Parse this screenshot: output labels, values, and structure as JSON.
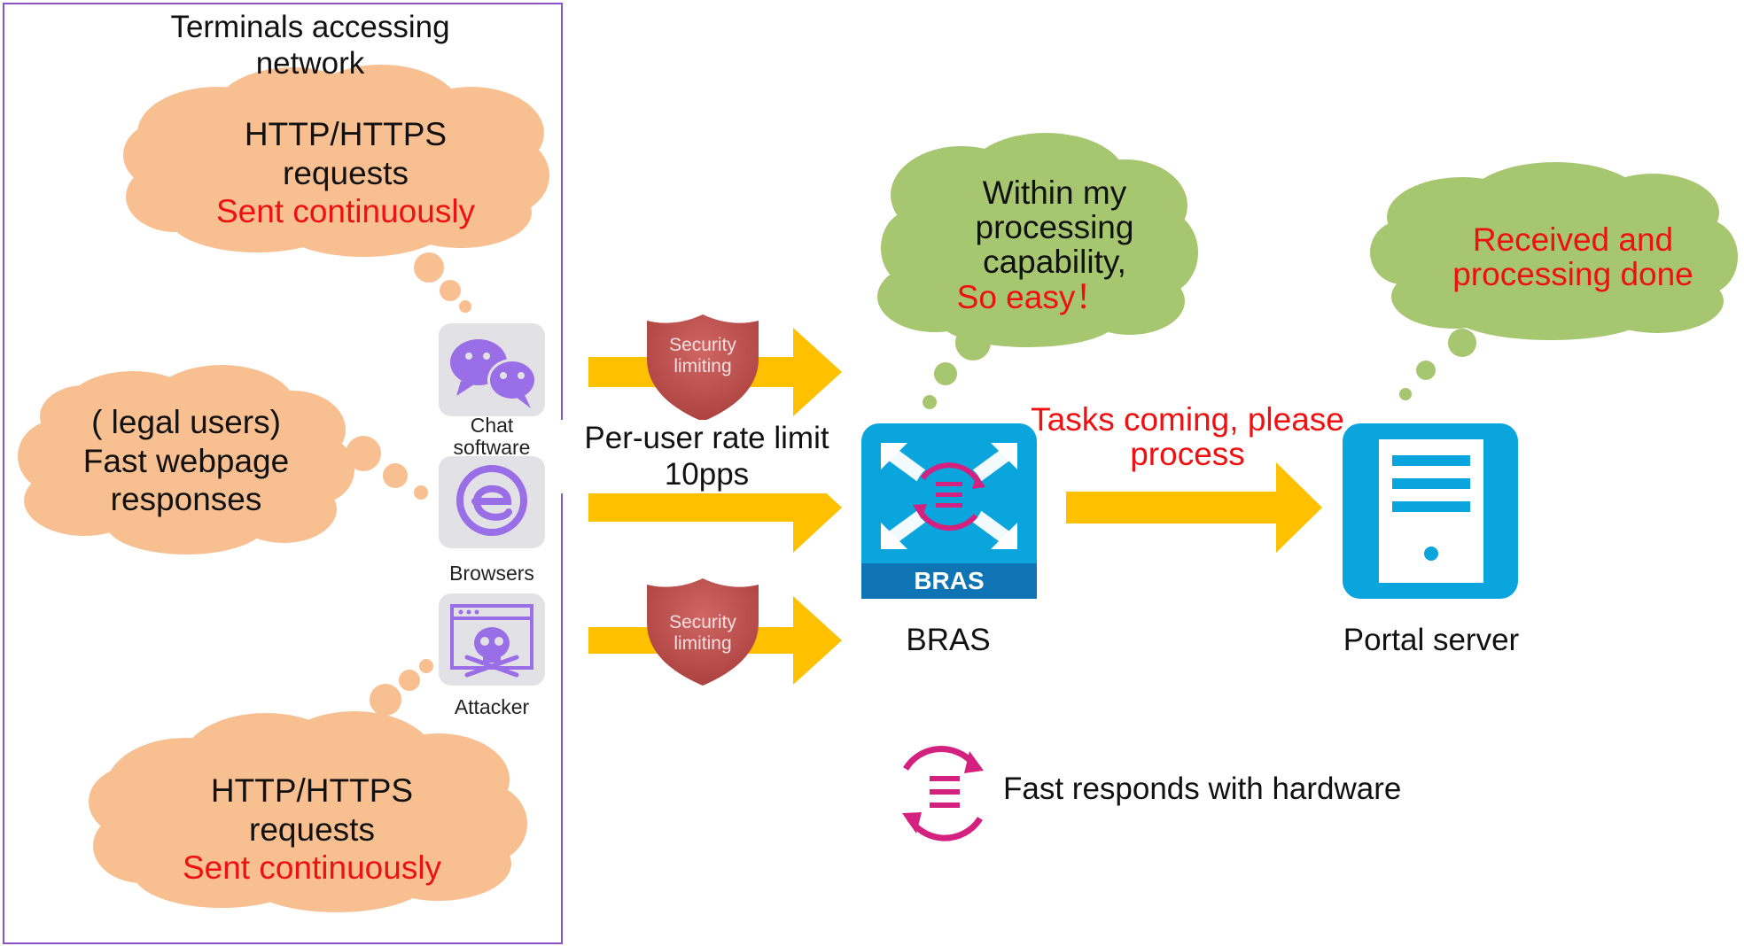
{
  "panel": {
    "title_line1": "Terminals accessing",
    "title_line2": "network",
    "border_color": "#8a52c6"
  },
  "clouds": {
    "top_left": {
      "line1": "HTTP/HTTPS",
      "line2": "requests",
      "line3": "Sent continuously"
    },
    "mid_left": {
      "line1": "( legal users)",
      "line2": "Fast webpage",
      "line3": "responses"
    },
    "bottom_left": {
      "line1": "HTTP/HTTPS",
      "line2": "requests",
      "line3": "Sent continuously"
    },
    "bras": {
      "line1": "Within my",
      "line2": "processing",
      "line3": "capability,",
      "line4": "So easy！"
    },
    "portal": {
      "line1": "Received and",
      "line2": "processing done"
    }
  },
  "terminals": {
    "chat": {
      "label_line1": "Chat",
      "label_line2": "software",
      "icon": "wechat-icon"
    },
    "browser": {
      "label": "Browsers",
      "icon": "browser-e-icon"
    },
    "attacker": {
      "label": "Attacker",
      "icon": "skull-crossbones-icon"
    }
  },
  "shields": {
    "top": {
      "line1": "Security",
      "line2": "limiting"
    },
    "bottom": {
      "line1": "Security",
      "line2": "limiting"
    }
  },
  "rate_limit": {
    "line1": "Per-user rate limit",
    "line2": "10pps"
  },
  "bras": {
    "badge": "BRAS",
    "label": "BRAS"
  },
  "tasks_text": {
    "line1": "Tasks coming, please",
    "line2": "process"
  },
  "portal": {
    "label": "Portal server"
  },
  "legend": {
    "text": "Fast responds with hardware",
    "icon": "hardware-response-icon"
  },
  "colors": {
    "orange_cloud": "#f8bf91",
    "green_cloud": "#a6c66f",
    "arrow": "#ffc000",
    "shield": "#c0504d",
    "device_blue": "#0aa5dc",
    "magenta": "#d4217f",
    "accent_text": "#ee1111",
    "tile_gray": "#e2e2e6",
    "icon_purple": "#9a6ee6"
  }
}
